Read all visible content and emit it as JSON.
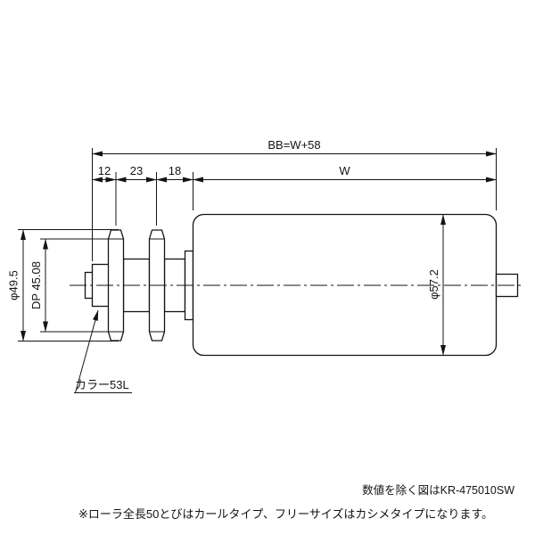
{
  "diagram": {
    "dims": {
      "overall": "BB=W+58",
      "seg_12": "12",
      "seg_23": "23",
      "seg_18": "18",
      "seg_w": "W",
      "sprocket_od": "φ49.5",
      "pitch_dia": "DP 45.08",
      "roller_dia": "φ57.2"
    },
    "callouts": {
      "collar": "カラー53L"
    },
    "notes": {
      "ref_model": "数値を除く図はKR-475010SW",
      "footnote": "※ローラ全長50とびはカールタイプ、フリーサイズはカシメタイプになります。"
    },
    "colors": {
      "line": "#141414",
      "background": "#ffffff"
    }
  }
}
